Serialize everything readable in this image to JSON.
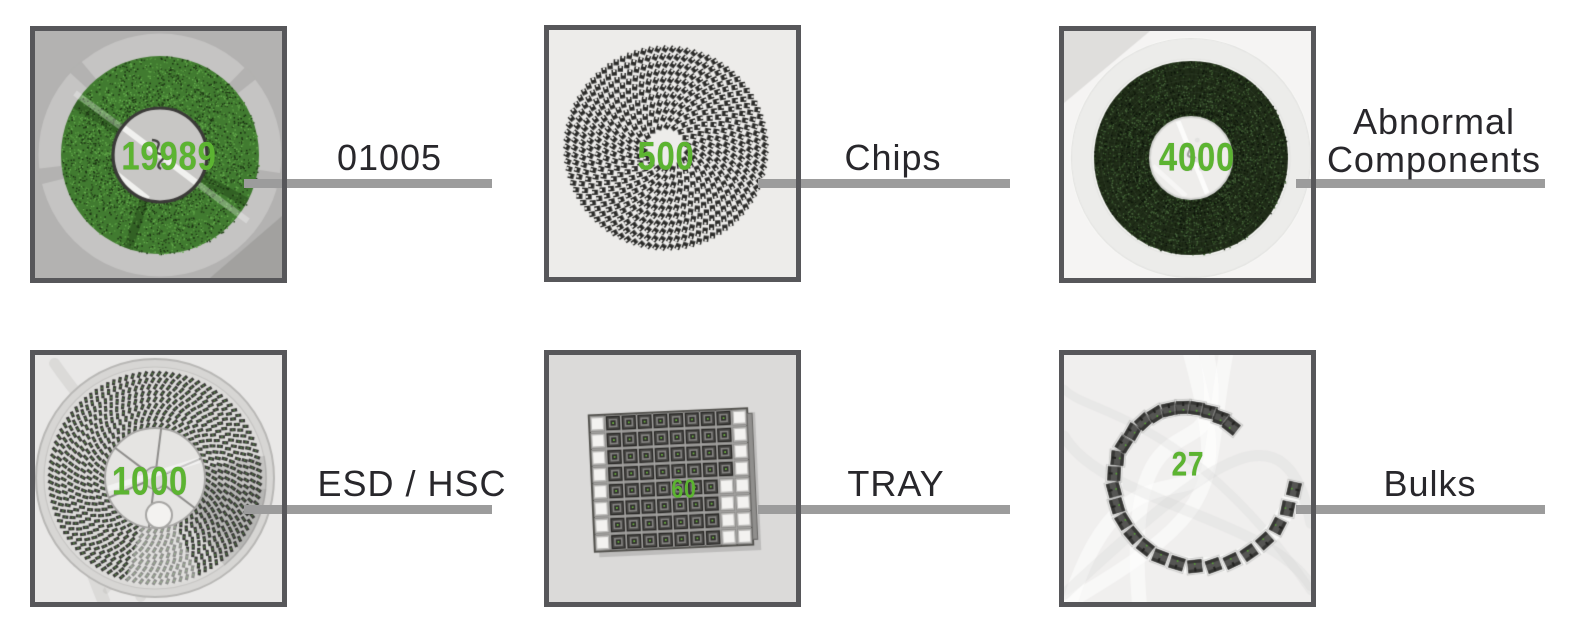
{
  "colors": {
    "accent_green": "#5cb431",
    "connector_gray": "#9c9c9c",
    "frame_border": "#57575a",
    "label_text": "#28272b",
    "page_background": "#ffffff"
  },
  "cells": [
    {
      "label": "01005",
      "count": "19989",
      "image_type": "green-reel"
    },
    {
      "label": "Chips",
      "count": "500",
      "image_type": "chip-spiral"
    },
    {
      "label": "Abnormal Components",
      "label_lines": [
        "Abnormal",
        "Components"
      ],
      "count": "4000",
      "image_type": "dark-reel"
    },
    {
      "label": "ESD / HSC",
      "count": "1000",
      "image_type": "gray-reel"
    },
    {
      "label": "TRAY",
      "count": "60",
      "image_type": "tray-grid"
    },
    {
      "label": "Bulks",
      "count": "27",
      "image_type": "bulk-spiral"
    }
  ]
}
